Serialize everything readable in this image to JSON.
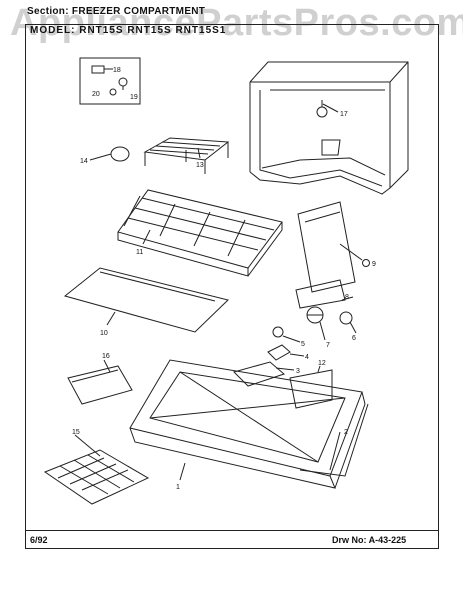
{
  "header": {
    "section": "Section: FREEZER COMPARTMENT",
    "models": "MODEL: RNT15S  RNT15S  RNT15S1",
    "watermark": "AppliancePartsPros.com"
  },
  "footer": {
    "date": "6/92",
    "drawing_number": "Drw No: A-43-225"
  },
  "callouts": {
    "c1": "1",
    "c2": "2",
    "c3": "3",
    "c4": "4",
    "c5": "5",
    "c6": "6",
    "c7": "7",
    "c8": "8",
    "c9": "9",
    "c10": "10",
    "c11": "11",
    "c12": "12",
    "c13": "13",
    "c14": "14",
    "c15": "15",
    "c16": "16",
    "c17": "17",
    "c18": "18",
    "c19": "19",
    "c20": "20"
  }
}
